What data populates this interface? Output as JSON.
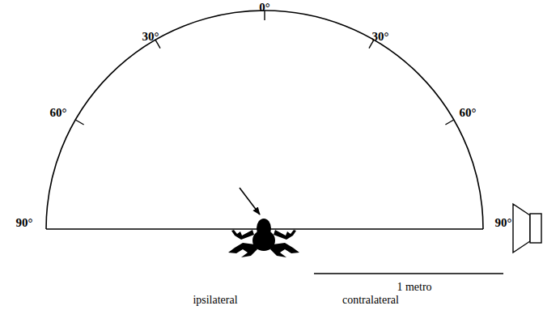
{
  "diagram": {
    "labels": [
      "0°",
      "30°",
      "30°",
      "60°",
      "60°",
      "90°",
      "90°",
      "1 metro",
      "ipsilateral",
      "contralateral"
    ]
  }
}
